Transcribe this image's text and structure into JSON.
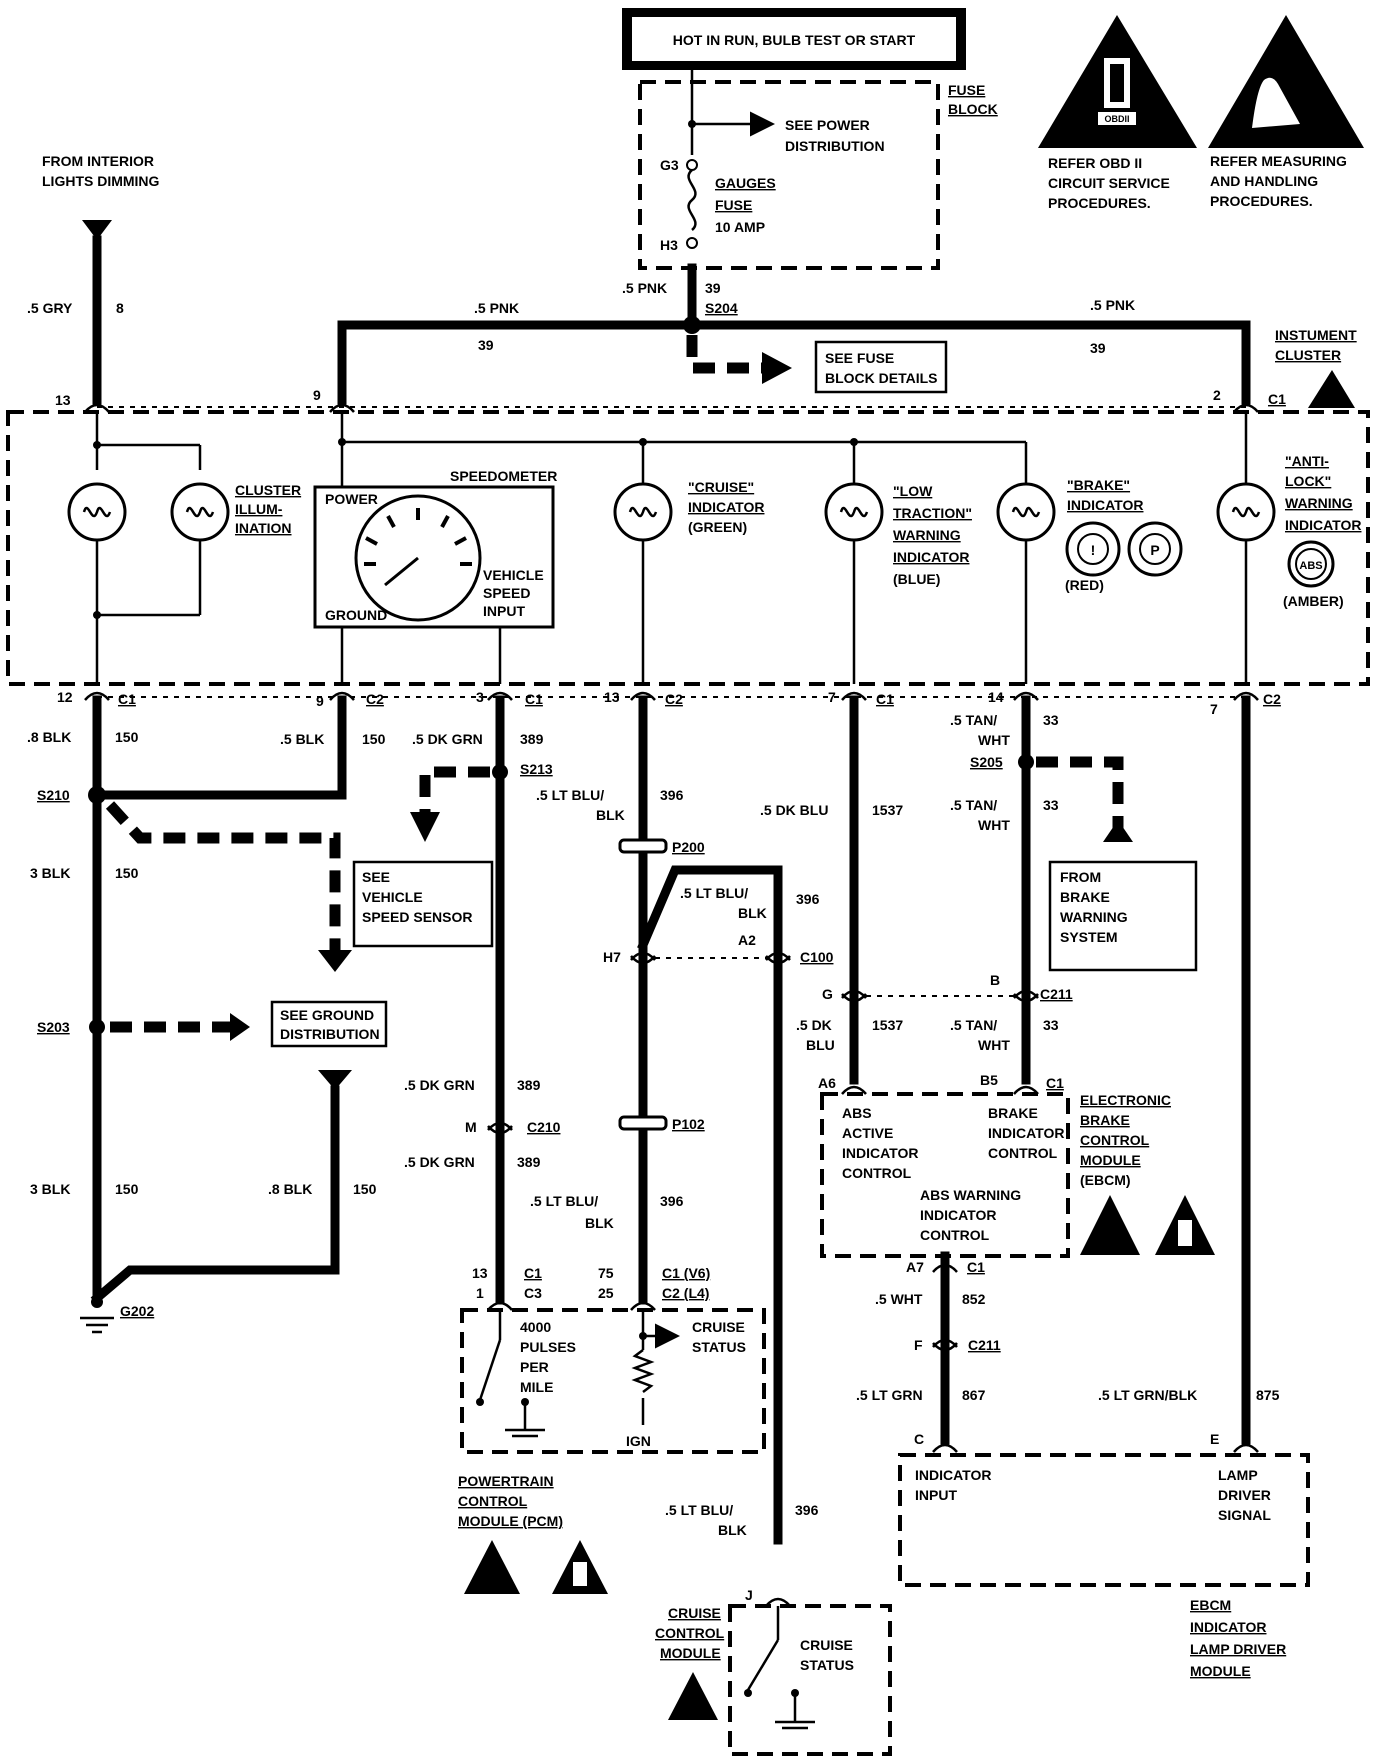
{
  "header_box": "HOT IN RUN, BULB TEST OR START",
  "fuse_block": {
    "label": [
      "FUSE",
      "BLOCK"
    ],
    "see_power": [
      "SEE POWER",
      "DISTRIBUTION"
    ],
    "fuse_label": [
      "GAUGES",
      "FUSE",
      "10 AMP"
    ],
    "pin_in": "G3",
    "pin_out": "H3"
  },
  "warnings": {
    "obd": [
      "REFER OBD II",
      "CIRCUIT SERVICE",
      "PROCEDURES."
    ],
    "esd": [
      "REFER MEASURING",
      "AND HANDLING",
      "PROCEDURES."
    ],
    "obd_small": "OBDII"
  },
  "interior_lights": [
    "FROM INTERIOR",
    "LIGHTS DIMMING"
  ],
  "splices": {
    "s204": "S204",
    "s210": "S210",
    "s213": "S213",
    "s203": "S203",
    "s205": "S205",
    "p200": "P200",
    "p102": "P102",
    "g202": "G202"
  },
  "wires": {
    "gry": ".5 GRY",
    "gry_ckt": "8",
    "pnk": ".5 PNK",
    "pnk_ckt": "39",
    "blk8": ".8 BLK",
    "blk5": ".5 BLK",
    "blk3": "3 BLK",
    "blk_ckt": "150",
    "dkgrn": ".5 DK GRN",
    "dkgrn_ckt": "389",
    "ltblu": [
      ".5 LT BLU/",
      "BLK"
    ],
    "ltblu_ckt": "396",
    "dkblu": ".5 DK BLU",
    "dkblu2": [
      ".5 DK",
      "BLU"
    ],
    "dkblu_ckt": "1537",
    "tan": [
      ".5 TAN/",
      "WHT"
    ],
    "tan_ckt": "33",
    "wht": ".5  WHT",
    "wht_ckt": "852",
    "ltgrn": ".5 LT GRN",
    "ltgrn_ckt": "867",
    "ltgrnblk": ".5 LT GRN/BLK",
    "ltgrnblk_ckt": "875"
  },
  "see_fuse": [
    "SEE FUSE",
    "BLOCK DETAILS"
  ],
  "cluster": {
    "label": [
      "INSTUMENT",
      "CLUSTER"
    ],
    "illum": [
      "CLUSTER",
      "ILLUM-",
      "INATION"
    ],
    "speedometer": "SPEEDOMETER",
    "power": "POWER",
    "ground": "GROUND",
    "vsi": [
      "VEHICLE",
      "SPEED",
      "INPUT"
    ],
    "cruise": [
      "\"CRUISE\"",
      "INDICATOR",
      "(GREEN)"
    ],
    "traction": [
      "\"LOW",
      "TRACTION\"",
      "WARNING",
      "INDICATOR",
      "(BLUE)"
    ],
    "brake": [
      "\"BRAKE\"",
      "INDICATOR"
    ],
    "brake_icon_1": "!",
    "brake_icon_2": "P",
    "brake_color": "(RED)",
    "abs": [
      "\"ANTI-",
      "LOCK\"",
      "WARNING",
      "INDICATOR"
    ],
    "abs_icon": "ABS",
    "abs_color": "(AMBER)"
  },
  "connectors": {
    "c1": "C1",
    "c2": "C2",
    "c3": "C3",
    "c100": "C100",
    "c210": "C210",
    "c211": "C211",
    "c1v6": "C1 (V6)",
    "c2l4": "C2 (L4)"
  },
  "pins": {
    "p13": "13",
    "p9": "9",
    "p2": "2",
    "p12": "12",
    "p3": "3",
    "p7": "7",
    "p14": "14",
    "pH7": "H7",
    "pA2": "A2",
    "pG": "G",
    "pB": "B",
    "pM": "M",
    "p1": "1",
    "p75": "75",
    "p25": "25",
    "pA6": "A6",
    "pB5": "B5",
    "pA7": "A7",
    "pF": "F",
    "pC": "C",
    "pE": "E",
    "pJ": "J"
  },
  "vss": [
    "SEE",
    "VEHICLE",
    "SPEED  SENSOR"
  ],
  "see_ground": [
    "SEE GROUND",
    "DISTRIBUTION"
  ],
  "brake_warning": [
    "FROM",
    "BRAKE",
    "WARNING",
    "SYSTEM"
  ],
  "pcm": {
    "pulses": [
      "4000",
      "PULSES",
      "PER",
      "MILE"
    ],
    "cruise_status": [
      "CRUISE",
      "STATUS"
    ],
    "ign": "IGN",
    "label": [
      "POWERTRAIN",
      "CONTROL",
      "MODULE (PCM)"
    ]
  },
  "ebcm": {
    "abs_active": [
      "ABS",
      "ACTIVE",
      "INDICATOR",
      "CONTROL"
    ],
    "brake_ctrl": [
      "BRAKE",
      "INDICATOR",
      "CONTROL"
    ],
    "abs_warn": [
      "ABS WARNING",
      "INDICATOR",
      "CONTROL"
    ],
    "label": [
      "ELECTRONIC",
      "BRAKE",
      "CONTROL",
      "MODULE",
      "(EBCM)"
    ]
  },
  "lamp_driver": {
    "indicator": [
      "INDICATOR",
      "INPUT"
    ],
    "lamp": [
      "LAMP",
      "DRIVER",
      "SIGNAL"
    ],
    "label": [
      "EBCM",
      "INDICATOR",
      "LAMP  DRIVER",
      "MODULE"
    ]
  },
  "cruise_module": {
    "label": [
      "CRUISE",
      "CONTROL",
      "MODULE"
    ],
    "status": [
      "CRUISE",
      "STATUS"
    ]
  }
}
